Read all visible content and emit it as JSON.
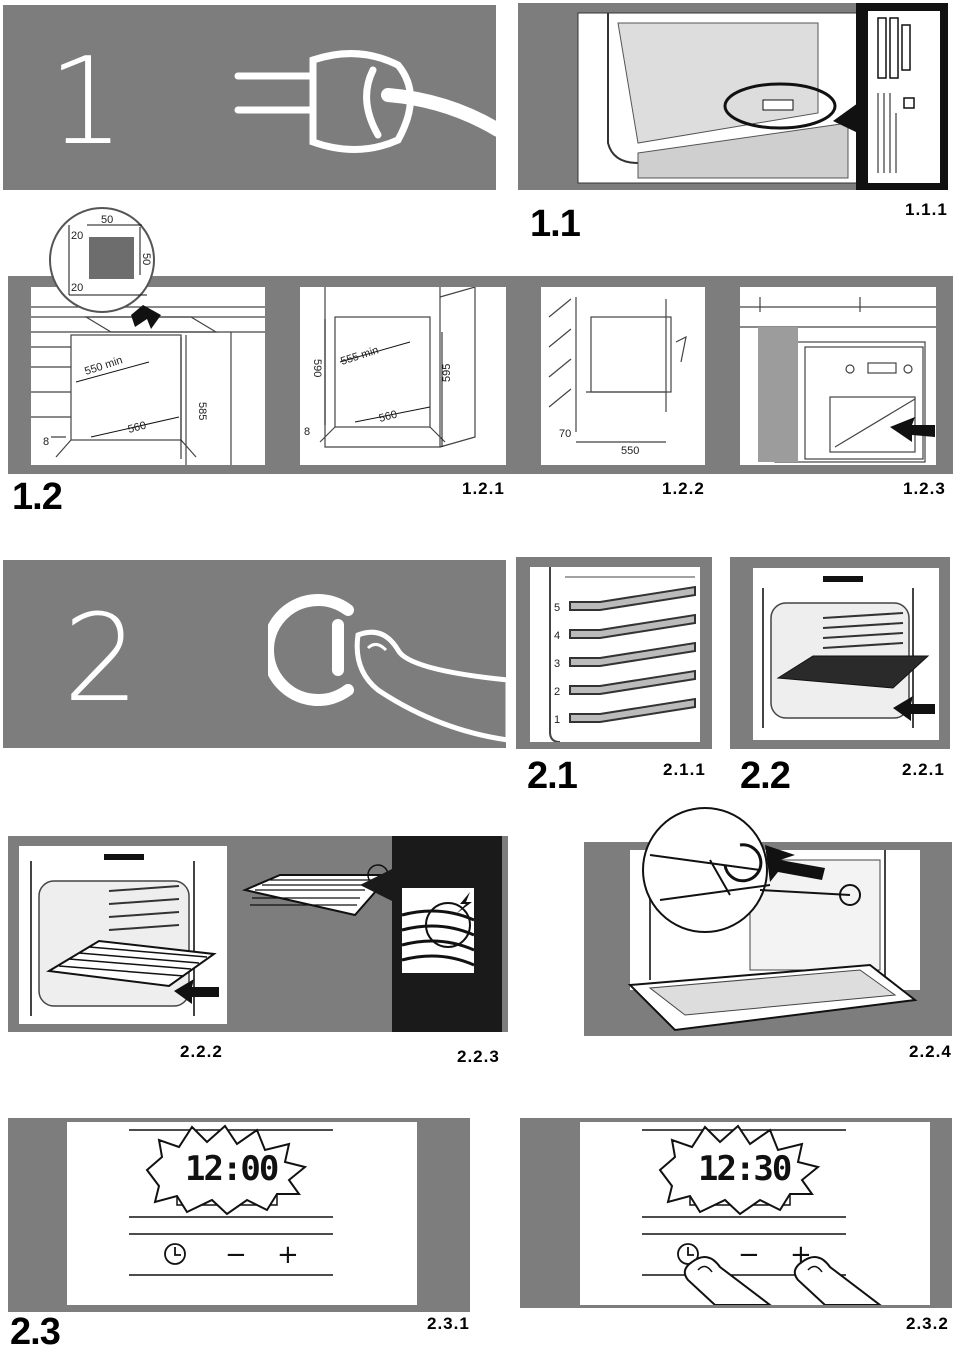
{
  "step1": {
    "number": "1"
  },
  "step2": {
    "number": "2"
  },
  "labels": {
    "s1_1": "1.1",
    "s1_1_1": "1.1.1",
    "s1_2": "1.2",
    "s1_2_1": "1.2.1",
    "s1_2_2": "1.2.2",
    "s1_2_3": "1.2.3",
    "s2_1": "2.1",
    "s2_1_1": "2.1.1",
    "s2_2": "2.2",
    "s2_2_1": "2.2.1",
    "s2_2_2": "2.2.2",
    "s2_2_3": "2.2.3",
    "s2_2_4": "2.2.4",
    "s2_3": "2.3",
    "s2_3_1": "2.3.1",
    "s2_3_2": "2.3.2"
  },
  "dimensions": {
    "inset_w": "50",
    "inset_h": "50",
    "inset_top": "20",
    "inset_bottom": "20",
    "a_width": "550 min",
    "a_depth": "560",
    "a_height": "585",
    "a_gap": "8",
    "b_width": "555 min",
    "b_depth": "560",
    "b_height": "590",
    "b_height2": "595",
    "b_gap": "8",
    "c_offset": "70",
    "c_depth": "550"
  },
  "shelf_levels": [
    "5",
    "4",
    "3",
    "2",
    "1"
  ],
  "clock_left": {
    "time": "12:00",
    "minus": "−",
    "plus": "+"
  },
  "clock_right": {
    "time": "12:30",
    "minus": "−",
    "plus": "+"
  },
  "colors": {
    "panel_grey": "#7d7d7d",
    "dark": "#1a1a1a"
  }
}
